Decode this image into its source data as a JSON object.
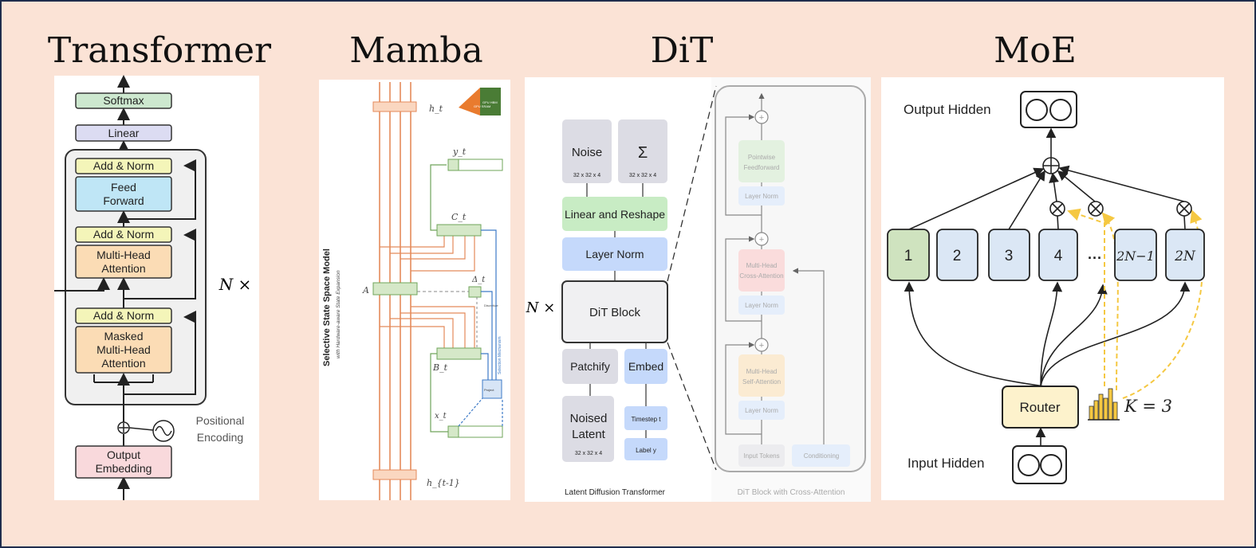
{
  "titles": {
    "transformer": "Transformer",
    "mamba": "Mamba",
    "dit": "DiT",
    "moe": "MoE"
  },
  "transformer": {
    "softmax": "Softmax",
    "linear": "Linear",
    "add_norm": "Add & Norm",
    "feed_forward": [
      "Feed",
      "Forward"
    ],
    "mha": [
      "Multi-Head",
      "Attention"
    ],
    "masked_mha": [
      "Masked",
      "Multi-Head",
      "Attention"
    ],
    "positional_encoding": [
      "Positional",
      "Encoding"
    ],
    "output_embedding": [
      "Output",
      "Embedding"
    ],
    "repeat": "N ×"
  },
  "mamba": {
    "title": "Selective State Space Model",
    "subtitle": "with Hardware-aware State Expansion",
    "h_t": "h_t",
    "h_prev": "h_{t-1}",
    "y_t": "y_t",
    "x_t": "x_t",
    "C_t": "C_t",
    "B_t": "B_t",
    "A": "A",
    "delta_t": "Δ_t",
    "project": "Project",
    "discretize": "Discretize",
    "selection": "Selection Mechanism",
    "gpu_sram": "GPU SRAM",
    "gpu_hbm": "GPU HBM"
  },
  "dit": {
    "noise": "Noise",
    "sigma": "Σ",
    "dims": "32 x 32 x 4",
    "linear_reshape": "Linear and Reshape",
    "layer_norm": "Layer Norm",
    "dit_block": "DiT Block",
    "patchify": "Patchify",
    "embed": "Embed",
    "noised_latent": [
      "Noised",
      "Latent"
    ],
    "timestep": "Timestep t",
    "label": "Label y",
    "caption_left": "Latent Diffusion Transformer",
    "repeat": "N ×",
    "pointwise_ff": [
      "Pointwise",
      "Feedforward"
    ],
    "cross_attn": [
      "Multi-Head",
      "Cross-Attention"
    ],
    "self_attn": [
      "Multi-Head",
      "Self-Attention"
    ],
    "input_tokens": "Input Tokens",
    "conditioning": "Conditioning",
    "caption_right": "DiT Block with Cross-Attention"
  },
  "moe": {
    "output_hidden": "Output Hidden",
    "input_hidden": "Input Hidden",
    "router": "Router",
    "k_label": "K  = 3",
    "experts": [
      "1",
      "2",
      "3",
      "4",
      "2N−1",
      "2N"
    ],
    "ellipsis": "···"
  },
  "colors": {
    "background": "#fbe3d6",
    "border": "#1f2d4d",
    "expert_active": "#cfe3bf",
    "expert": "#dbe7f5",
    "router": "#fdf2cc",
    "gating": "#f5c842"
  }
}
